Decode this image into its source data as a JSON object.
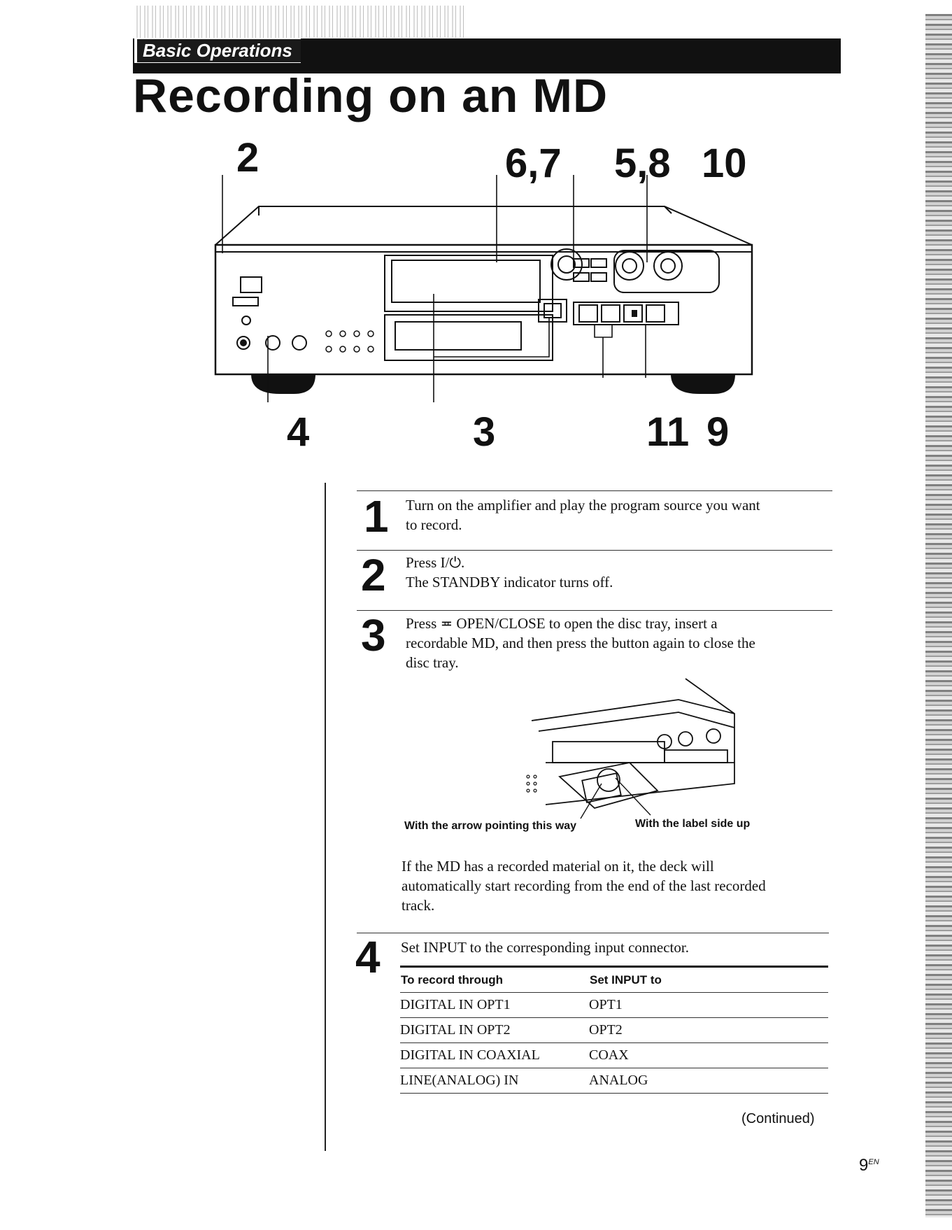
{
  "header": {
    "section_label": "Basic Operations",
    "title": "Recording on an MD"
  },
  "figure_main": {
    "callouts_top": [
      "2",
      "6,7",
      "5,8",
      "10"
    ],
    "callouts_bottom": [
      "4",
      "3",
      "11",
      "9"
    ]
  },
  "steps": [
    {
      "number": "1",
      "lines": [
        "Turn on the amplifier and play the program source you want",
        "to record."
      ]
    },
    {
      "number": "2",
      "lines": [
        "Press I/⏻.",
        "The STANDBY indicator turns off."
      ]
    },
    {
      "number": "3",
      "lines": [
        "Press ≖ OPEN/CLOSE to open the disc tray, insert a",
        "recordable MD, and then press the button again to close the",
        "disc tray."
      ],
      "figure_captions": [
        "With the arrow pointing this way",
        "With the label side up"
      ],
      "note_lines": [
        "If the MD has a recorded material on it, the deck will",
        "automatically start recording from the end of the last recorded",
        "track."
      ]
    },
    {
      "number": "4",
      "lines": [
        "Set INPUT to the corresponding input connector."
      ]
    }
  ],
  "input_table": {
    "headers": [
      "To record through",
      "Set INPUT to"
    ],
    "rows": [
      [
        "DIGITAL IN OPT1",
        "OPT1"
      ],
      [
        "DIGITAL IN OPT2",
        "OPT2"
      ],
      [
        "DIGITAL IN COAXIAL",
        "COAX"
      ],
      [
        "LINE(ANALOG) IN",
        "ANALOG"
      ]
    ]
  },
  "footer": {
    "continued": "(Continued)",
    "page_number": "9",
    "page_suffix": "EN"
  }
}
